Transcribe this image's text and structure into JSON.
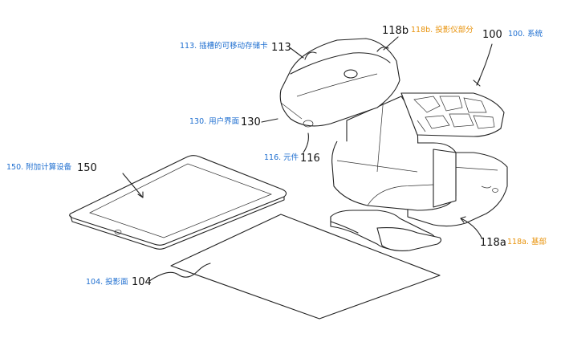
{
  "labels": {
    "system": {
      "chinese": "100. 系统",
      "number": "100"
    },
    "projector_unit": {
      "chinese": "118b. 投影仪部分",
      "number": "118b"
    },
    "memory_card": {
      "chinese": "113. 插槽的可移动存储卡",
      "number": "113"
    },
    "user_interface": {
      "chinese": "130. 用户界面",
      "number": "130"
    },
    "element": {
      "chinese": "116. 元件",
      "number": "116"
    },
    "additional_device": {
      "chinese": "150. 附加计算设备",
      "number": "150"
    },
    "base": {
      "chinese": "118a. 基部",
      "number": "118a"
    },
    "projection_surface": {
      "chinese": "104. 投影面",
      "number": "104"
    }
  },
  "colors": {
    "annotation_blue": "#1f6fd0",
    "annotation_orange": "#e8930c",
    "line": "#222222"
  }
}
